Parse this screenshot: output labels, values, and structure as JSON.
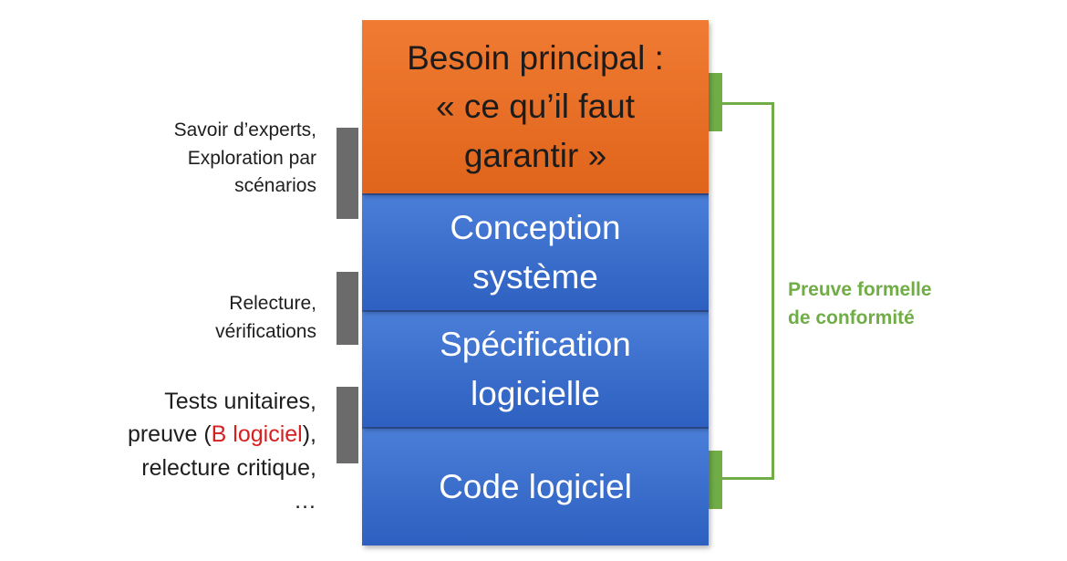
{
  "blocks": {
    "besoin": [
      "Besoin principal :",
      "« ce qu’il faut",
      "garantir »"
    ],
    "conception": [
      "Conception",
      "système"
    ],
    "specification": [
      "Spécification",
      "logicielle"
    ],
    "code": [
      "Code logiciel"
    ]
  },
  "left_labels": {
    "expertise": [
      "Savoir d’experts,",
      "Exploration par",
      "scénarios"
    ],
    "relecture": [
      "Relecture,",
      "vérifications"
    ],
    "tests": {
      "line1": "Tests unitaires,",
      "line2_pre": "preuve (",
      "line2_red": "B logiciel",
      "line2_post": "),",
      "line3": "relecture critique,",
      "line4": "…"
    }
  },
  "right_label": [
    "Preuve formelle",
    "de conformité"
  ],
  "colors": {
    "orange": "#e9702a",
    "blue": "#3a6dcc",
    "gray": "#6b6b6b",
    "green": "#70ad47",
    "red": "#d62020"
  }
}
